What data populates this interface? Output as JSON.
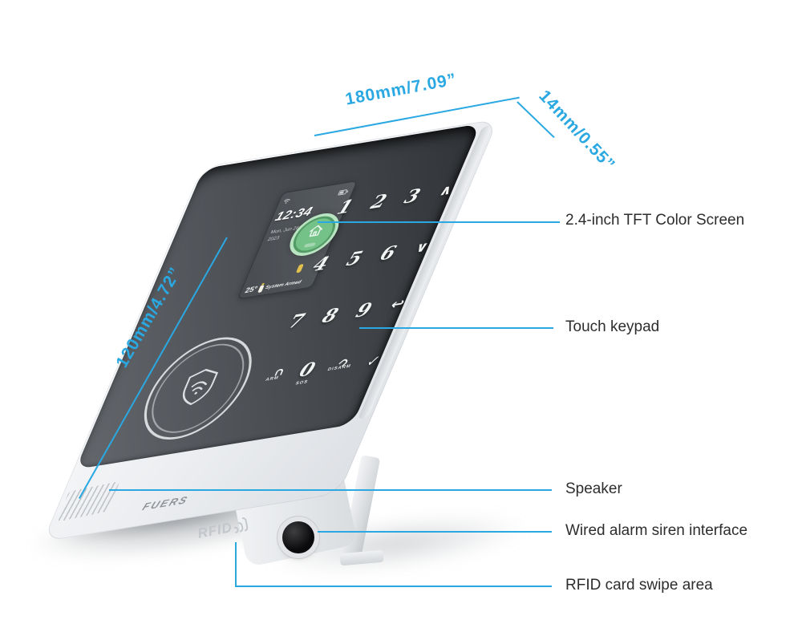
{
  "annotations": {
    "dimensions": {
      "width": "180mm/7.09”",
      "thickness": "14mm/0.55”",
      "height": "120mm/4.72”"
    },
    "callouts": [
      {
        "label": "2.4-inch TFT Color Screen"
      },
      {
        "label": "Touch keypad"
      },
      {
        "label": "Speaker"
      },
      {
        "label": "Wired alarm siren interface"
      },
      {
        "label": "RFID card swipe area"
      }
    ]
  },
  "device": {
    "brand": "FUERS",
    "rfid_logo_text": "RFID",
    "screen": {
      "time": "12:34",
      "date_line1": "Mon, Jun 26",
      "date_line2": "2023",
      "temperature": "25°",
      "status": "System Armed"
    },
    "keypad": {
      "rows": [
        [
          "1",
          "2",
          "3",
          "∧"
        ],
        [
          "4",
          "5",
          "6",
          "∨"
        ],
        [
          "7",
          "8",
          "9",
          "↩"
        ],
        [
          null,
          "0",
          null,
          "✓"
        ]
      ],
      "bottom_labels": [
        "ARM",
        "SOS",
        "DISARM"
      ]
    },
    "icons": {
      "wifi": "wifi-icon",
      "battery": "battery-icon",
      "home": "home-icon",
      "arm_key": "lock-icon",
      "disarm_key": "unlock-icon",
      "rfid_emblem": "shield-icon",
      "speaker": "speaker-grille",
      "rfid_waves": "rfid-waves-icon"
    }
  },
  "colors": {
    "accent": "#2aa8e2",
    "label_text": "#2d2d2d",
    "armed_green": "#74c287",
    "panel_dark": "#43474b"
  }
}
